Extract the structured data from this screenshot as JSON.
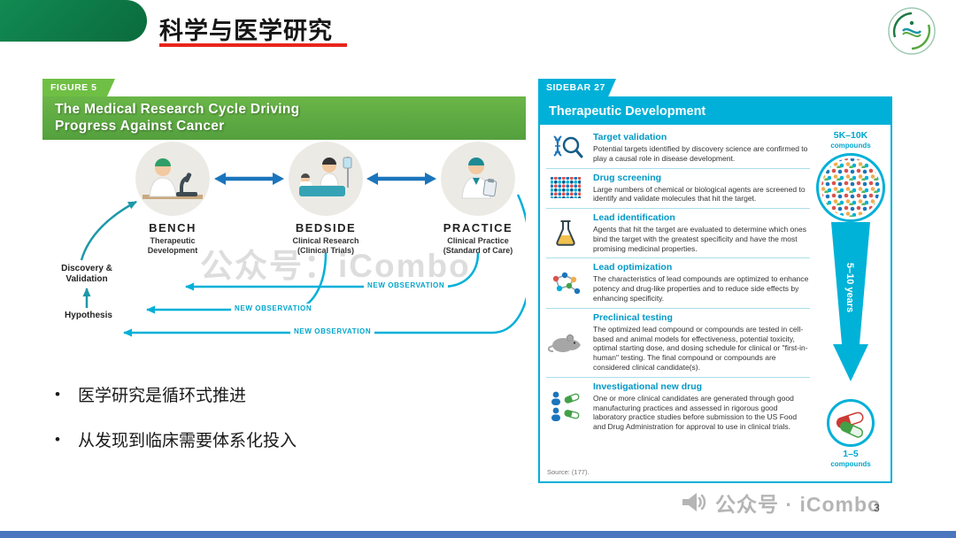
{
  "header": {
    "title": "科学与医学研究"
  },
  "figure": {
    "tag": "FIGURE 5",
    "title": "The Medical Research Cycle Driving\nProgress Against Cancer",
    "nodes": [
      {
        "name": "BENCH",
        "subtitle": "Therapeutic\nDevelopment"
      },
      {
        "name": "BEDSIDE",
        "subtitle": "Clinical Research\n(Clinical Trials)"
      },
      {
        "name": "PRACTICE",
        "subtitle": "Clinical Practice\n(Standard of Care)"
      }
    ],
    "discovery_label": "Discovery &\nValidation",
    "hypothesis_label": "Hypothesis",
    "new_observation_label": "NEW OBSERVATION",
    "watermark": "公众号：iCombo"
  },
  "bullets": [
    {
      "marker": "•",
      "text": "医学研究是循环式推进"
    },
    {
      "marker": "•",
      "text": "从发现到临床需要体系化投入"
    }
  ],
  "sidebar": {
    "tag": "SIDEBAR 27",
    "title": "Therapeutic Development",
    "steps": [
      {
        "icon": "dna-magnifier-icon",
        "title": "Target validation",
        "body": "Potential targets identified by discovery science are confirmed to play a causal role in disease development."
      },
      {
        "icon": "dot-grid-icon",
        "title": "Drug screening",
        "body": "Large numbers of chemical or biological agents are screened to identify and validate molecules that hit the target."
      },
      {
        "icon": "flask-icon",
        "title": "Lead identification",
        "body": "Agents that hit the target are evaluated to determine which ones bind the target with the greatest specificity and have the most promising medicinal properties."
      },
      {
        "icon": "molecule-icon",
        "title": "Lead optimization",
        "body": "The characteristics of lead compounds are optimized to enhance potency and drug-like properties and to reduce side effects by enhancing specificity."
      },
      {
        "icon": "mouse-icon",
        "title": "Preclinical testing",
        "body": "The optimized lead compound or compounds are tested in cell-based and animal models for effectiveness, potential toxicity, optimal starting dose, and dosing schedule for clinical or \"first-in-human\" testing. The final compound or compounds are considered clinical candidate(s)."
      },
      {
        "icon": "people-pills-icon",
        "title": "Investigational new drug",
        "body": "One or more clinical candidates are generated through good manufacturing practices and assessed in rigorous good laboratory practice studies before submission to the US Food and Drug Administration for approval to use in clinical trials."
      }
    ],
    "funnel": {
      "top_value": "5K–10K",
      "top_unit": "compounds",
      "duration": "5–10 years",
      "bottom_value": "1–5",
      "bottom_unit": "compounds"
    },
    "source": "Source: (177)."
  },
  "footer": {
    "watermark": "公众号 · iCombo",
    "page_number": "3"
  },
  "colors": {
    "header_green": "#0d7a45",
    "accent_red": "#e8251c",
    "figure_green": "#5fae42",
    "tag_green": "#6fbf44",
    "sidebar_cyan": "#00b0d8",
    "step_title_cyan": "#0098c6",
    "arrow_blue": "#1b75bc",
    "new_observation_cyan": "#00a5cc",
    "bottom_bar_blue": "#4a77bd"
  }
}
